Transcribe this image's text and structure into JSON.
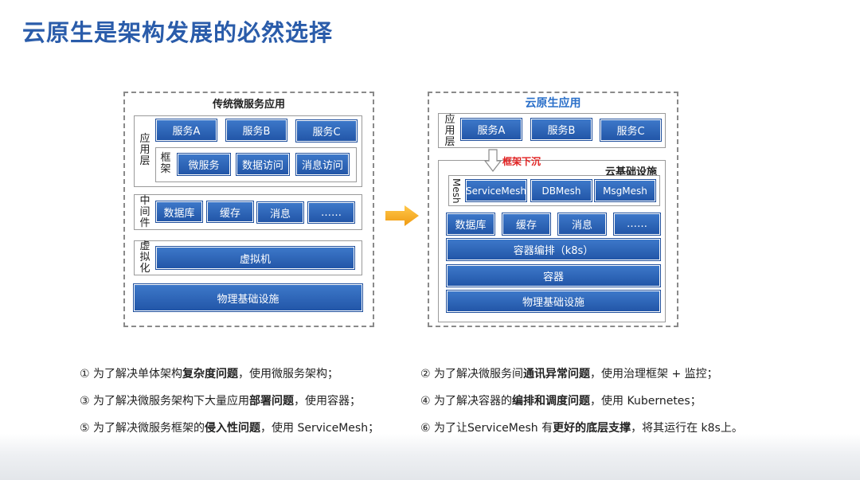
{
  "title": "云原生是架构发展的必然选择",
  "left": {
    "title": "传统微服务应用",
    "app_layer_label": "应用层",
    "services": [
      "服务A",
      "服务B",
      "服务C"
    ],
    "framework_label": "框架",
    "framework_items": [
      "微服务",
      "数据访问",
      "消息访问"
    ],
    "middleware_label": "中间件",
    "middleware_items": [
      "数据库",
      "缓存",
      "消息",
      "……"
    ],
    "virt_label": "虚拟化",
    "vm": "虚拟机",
    "infra": "物理基础设施"
  },
  "arrow_icon": "right-arrow",
  "right": {
    "title": "云原生应用",
    "app_layer_label": "应用层",
    "services": [
      "服务A",
      "服务B",
      "服务C"
    ],
    "sink_label": "框架下沉",
    "cloud_infra_label": "云基础设施",
    "mesh_label": "Mesh",
    "mesh_items": [
      "ServiceMesh",
      "DBMesh",
      "MsgMesh"
    ],
    "middleware_items": [
      "数据库",
      "缓存",
      "消息",
      "……"
    ],
    "orchestration": "容器编排（k8s）",
    "container": "容器",
    "infra": "物理基础设施"
  },
  "notes": [
    {
      "num": "①",
      "pre": "为了解决单体架构",
      "bold": "复杂度问题",
      "post": "，使用微服务架构；"
    },
    {
      "num": "②",
      "pre": "为了解决微服务间",
      "bold": "通讯异常问题",
      "post": "，使用治理框架 + 监控；"
    },
    {
      "num": "③",
      "pre": "为了解决微服务架构下大量应用",
      "bold": "部署问题",
      "post": "，使用容器；"
    },
    {
      "num": "④",
      "pre": "为了解决容器的",
      "bold": "编排和调度问题",
      "post": "，使用 Kubernetes；"
    },
    {
      "num": "⑤",
      "pre": "为了解决微服务框架的",
      "bold": "侵入性问题",
      "post": "，使用 ServiceMesh；"
    },
    {
      "num": "⑥",
      "pre": "为了让ServiceMesh 有",
      "bold": "更好的底层支撑",
      "post": "，将其运行在 k8s上。"
    }
  ],
  "colors": {
    "title": "#2a5caa",
    "block": "#2a62b5",
    "arrow": "#f2a81d",
    "sink": "#e02020"
  }
}
